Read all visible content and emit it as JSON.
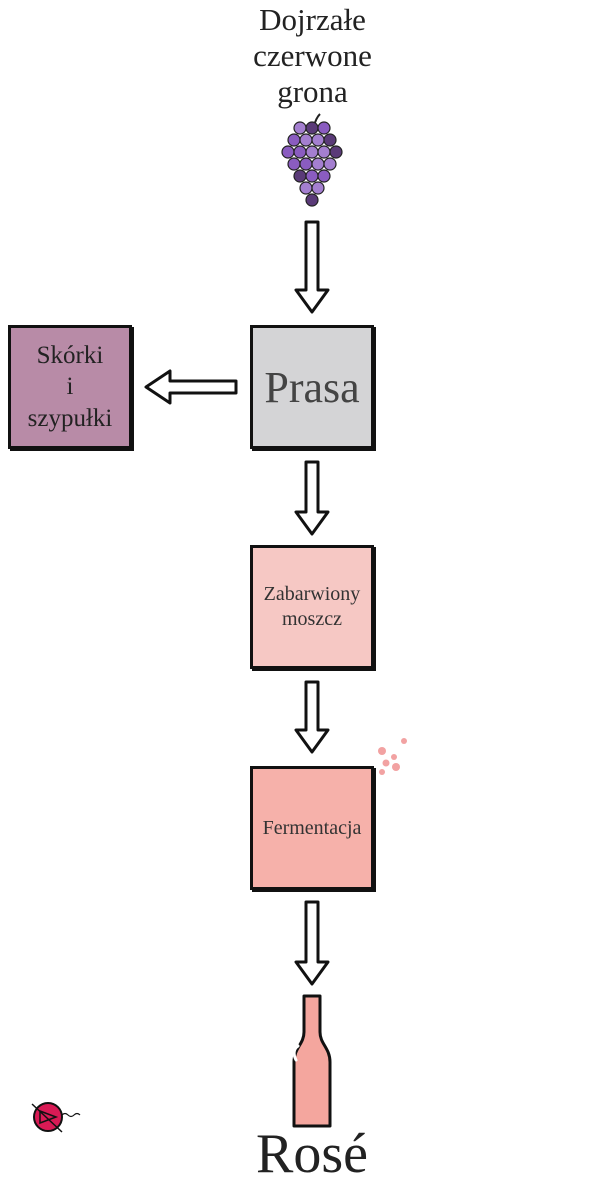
{
  "diagram": {
    "title_lines": [
      "Dojrzałe",
      "czerwone",
      "grona"
    ],
    "press_label": "Prasa",
    "skins_label_lines": [
      "Skórki",
      "i",
      "szypułki"
    ],
    "must_label_lines": [
      "Zabarwiony",
      "moszcz"
    ],
    "fermentation_label": "Fermentacja",
    "result_label": "Rosé"
  },
  "colors": {
    "press_fill": "#d4d4d6",
    "skins_fill": "#b88ba7",
    "must_fill": "#f6c8c4",
    "fermentation_fill": "#f6b1aa",
    "bottle_fill": "#f4a69e",
    "grape_light": "#a47fd0",
    "grape_mid": "#8a5cc0",
    "grape_dark": "#5a3a78",
    "bubble": "#f2a2a2",
    "logo": "#d91a55"
  }
}
